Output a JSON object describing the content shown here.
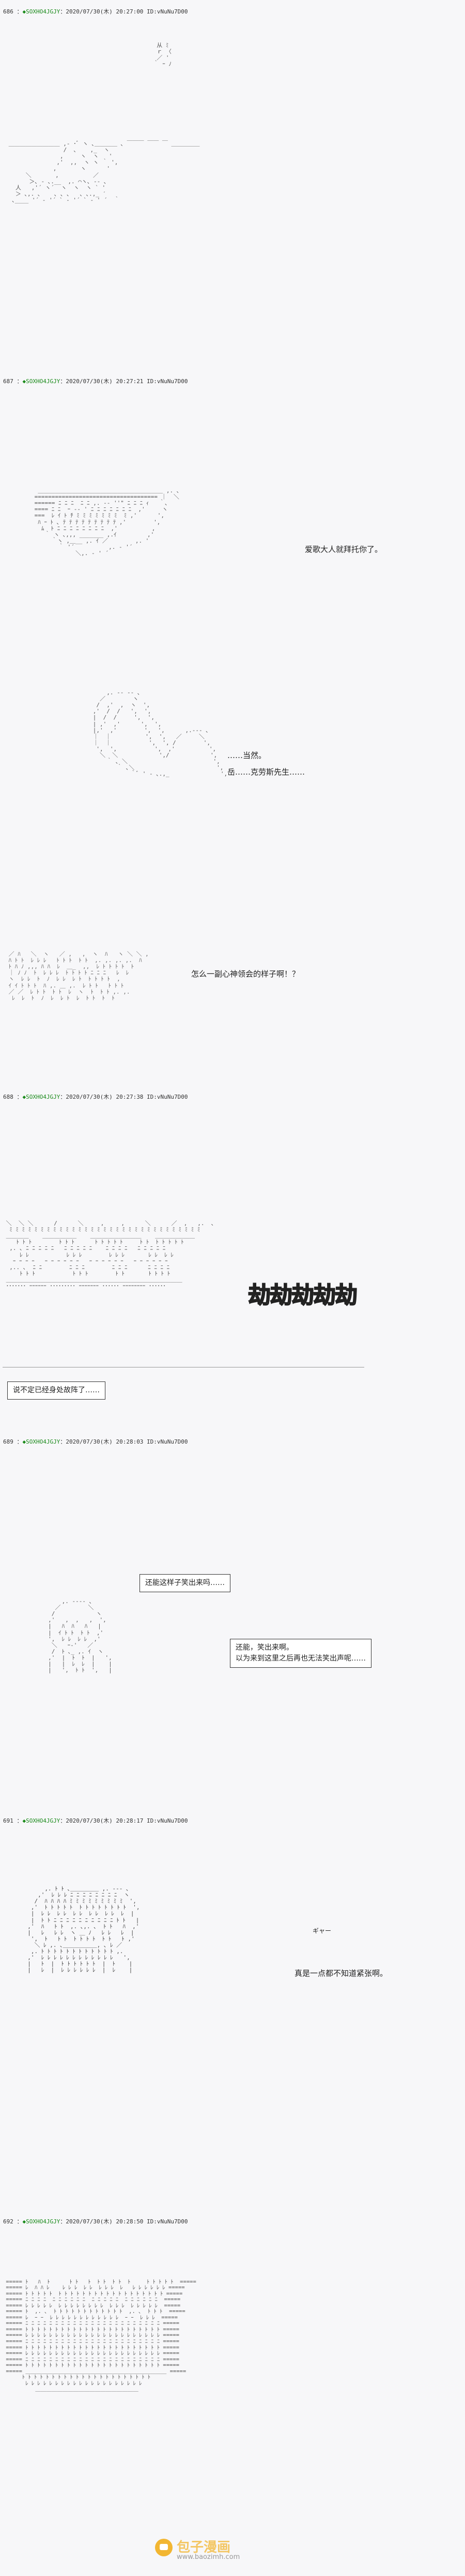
{
  "posts": [
    {
      "header": "686 ：",
      "trip": "◆SOXHO4JGJY",
      "meta": "：2020/07/30(木) 20:27:00 ID:vNuNu7D00"
    },
    {
      "header": "687 ：",
      "trip": "◆SOXHO4JGJY",
      "meta": "：2020/07/30(木) 20:27:21 ID:vNuNu7D00"
    },
    {
      "header": "688 ：",
      "trip": "◆SOXHO4JGJY",
      "meta": "：2020/07/30(木) 20:27:38 ID:vNuNu7D00"
    },
    {
      "header": "689 ：",
      "trip": "◆SOXHO4JGJY",
      "meta": "：2020/07/30(木) 20:28:03 ID:vNuNu7D00"
    },
    {
      "header": "691 ：",
      "trip": "◆SOXHO4JGJY",
      "meta": "：2020/07/30(木) 20:28:17 ID:vNuNu7D00"
    },
    {
      "header": "692 ：",
      "trip": "◆SOXHO4JGJY",
      "meta": "：2020/07/30(木) 20:28:50 ID:vNuNu7D00"
    }
  ],
  "dialog": {
    "d1": "爱歌大人就拜托你了。",
    "d2": "……当然。",
    "d3": "岳……克劳斯先生……",
    "d4": "怎么一副心神领会的样子啊！？",
    "d5": "说不定已经身处故阵了……",
    "d6": "还能这样子笑出来吗……",
    "d7": "还能，笑出来啊。",
    "d8": "以为来到这里之后再也无法笑出声呢……",
    "d9": "真是一点都不知道紧张啊。",
    "d10": "ギャー"
  },
  "footer": {
    "site_name": "包子漫画",
    "site_url": "www.baozimh.com"
  },
  "colors": {
    "trip": "#1a8a1a",
    "brand": "#f2b632"
  }
}
